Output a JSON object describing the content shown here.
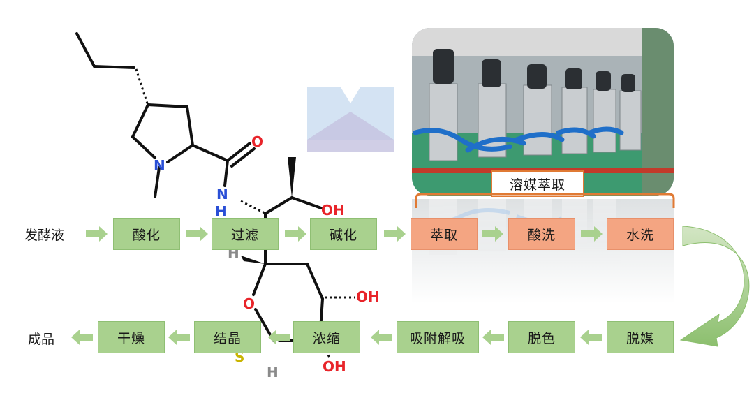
{
  "photo_caption": "溶媒萃取",
  "process": {
    "start_label": "发酵液",
    "end_label": "成品",
    "row1": [
      "酸化",
      "过滤",
      "碱化",
      "萃取",
      "酸洗",
      "水洗"
    ],
    "row2": [
      "脱媒",
      "脱色",
      "吸附解吸",
      "浓缩",
      "结晶",
      "干燥"
    ]
  },
  "molecule_atoms": [
    "O",
    "N",
    "N",
    "H",
    "OH",
    "H",
    "O",
    "OH",
    "OH",
    "S",
    "H"
  ],
  "colors": {
    "step_fill": "#a9d18e",
    "highlight_fill": "#f4a582",
    "arrow": "#a9d18e",
    "bracket": "#e07a34",
    "oxygen": "#e8242a",
    "nitrogen": "#2a4fd6",
    "sulfur": "#c9b400",
    "hydrogen": "#8a8a8a"
  }
}
